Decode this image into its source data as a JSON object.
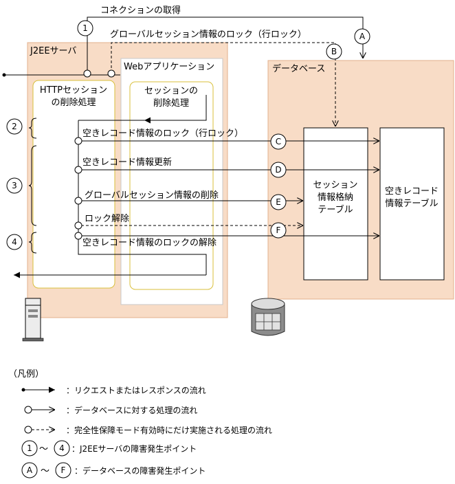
{
  "diagram": {
    "top_connection_label": "コネクションの取得",
    "global_lock_label": "グローバルセッション情報のロック（行ロック）",
    "j2ee_server_label": "J2EEサーバ",
    "web_app_label": "Webアプリケーション",
    "database_label": "データベース",
    "http_session_delete_label": [
      "HTTPセッション",
      "の削除処理"
    ],
    "session_delete_label": [
      "セッションの",
      "削除処理"
    ],
    "session_table_label": [
      "セッション",
      "情報格納",
      "テーブル"
    ],
    "free_record_table_label": [
      "空きレコード",
      "情報テーブル"
    ],
    "flow_c_label": "空きレコード情報のロック（行ロック）",
    "flow_d_label": "空きレコード情報更新",
    "flow_e_label": "グローバルセッション情報の削除",
    "flow_f_label": "ロック解除",
    "flow_4_label": "空きレコード情報のロックの解除",
    "server_markers": [
      "1",
      "2",
      "3",
      "4"
    ],
    "db_markers": [
      "A",
      "B",
      "C",
      "D",
      "E",
      "F"
    ]
  },
  "legend": {
    "title": "（凡例）",
    "request_flow": "：リクエストまたはレスポンスの流れ",
    "db_flow": "：データベースに対する処理の流れ",
    "full_mode_flow": "：完全性保障モード有効時にだけ実施される処理の流れ",
    "server_fault_from": "1",
    "server_fault_to": "4",
    "server_fault_text": "：J2EEサーバの障害発生ポイント",
    "db_fault_from": "A",
    "db_fault_to": "F",
    "db_fault_text": "：データベースの障害発生ポイント",
    "tilde": "～"
  },
  "colors": {
    "region_fill": "#f8dcc6",
    "region_stroke": "#e2b08c",
    "inner_box_stroke": "#d8bf3a",
    "web_fill": "#ffffff",
    "line": "#000000"
  }
}
